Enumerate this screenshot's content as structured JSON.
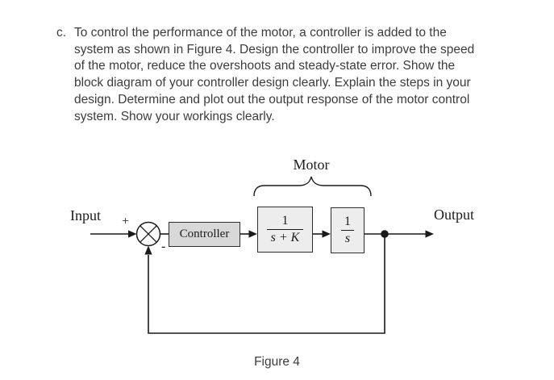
{
  "problem": {
    "marker": "c.",
    "lines": [
      "To control the performance of the motor, a controller is added to the",
      "system as shown in Figure 4. Design the controller to improve the speed",
      "of the motor, reduce the overshoots and steady-state error. Show the",
      "block diagram of your controller design clearly. Explain the steps in your",
      "design. Determine and plot out the output response of the motor control",
      "system. Show your workings clearly."
    ]
  },
  "diagram": {
    "motor_brace_label": "Motor",
    "input_label": "Input",
    "output_label": "Output",
    "plus_sign": "+",
    "minus_sign": "-",
    "controller": {
      "label": "Controller"
    },
    "motor_tf1": {
      "numerator": "1",
      "denominator": "s + K"
    },
    "motor_tf2": {
      "numerator": "1",
      "denominator": "s"
    },
    "caption": "Figure 4",
    "colors": {
      "line": "#1a1a1a",
      "controller_fill": "#d8d8d8",
      "tf_fill": "#ededed",
      "text": "#3c3c3c",
      "diagram_text": "#1c1c1c"
    }
  }
}
